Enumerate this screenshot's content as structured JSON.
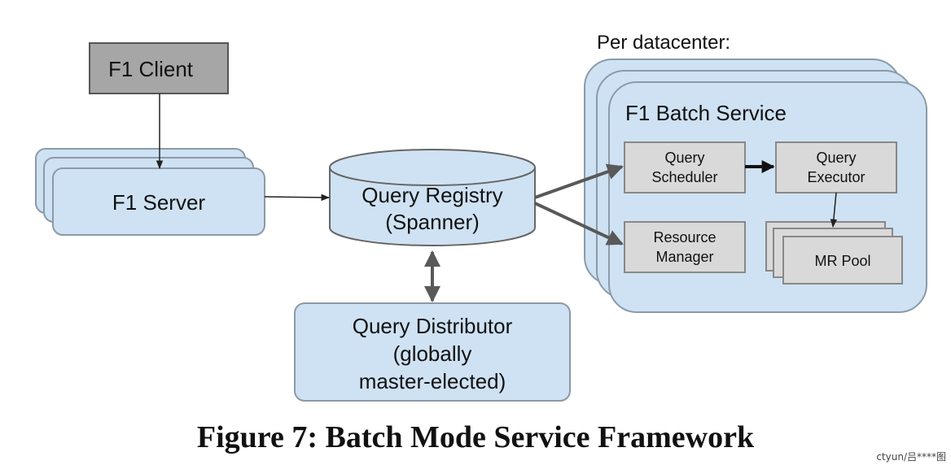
{
  "diagram": {
    "per_datacenter_label": "Per datacenter:",
    "f1_client": "F1 Client",
    "f1_server": "F1 Server",
    "query_registry": [
      "Query Registry",
      "(Spanner)"
    ],
    "query_distributor": [
      "Query Distributor",
      "(globally",
      "master-elected)"
    ],
    "batch_service_title": "F1 Batch Service",
    "query_scheduler": [
      "Query",
      "Scheduler"
    ],
    "query_executor": [
      "Query",
      "Executor"
    ],
    "resource_manager": [
      "Resource",
      "Manager"
    ],
    "mr_pool": "MR Pool"
  },
  "colors": {
    "light_blue": "#cfe2f3",
    "grey": "#a6a6a6",
    "light_grey": "#d9d9d9",
    "border": "#666666",
    "arrow": "#595959"
  },
  "caption": "Figure 7: Batch Mode Service Framework",
  "watermark": "ctyun/吕****图"
}
